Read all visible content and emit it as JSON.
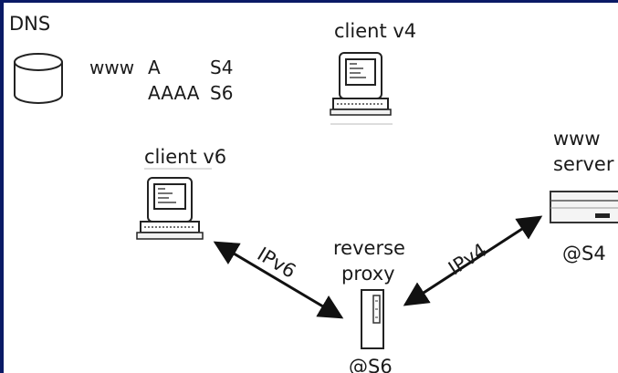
{
  "dns": {
    "title": "DNS",
    "records": [
      {
        "name": "www",
        "type": "A",
        "value": "S4"
      },
      {
        "name": "",
        "type": "AAAA",
        "value": "S6"
      }
    ]
  },
  "nodes": {
    "client_v4": {
      "label": "client v4"
    },
    "client_v6": {
      "label": "client v6"
    },
    "www_server": {
      "label_line1": "www",
      "label_line2": "server",
      "address": "@S4"
    },
    "reverse_proxy": {
      "label_line1": "reverse",
      "label_line2": "proxy",
      "address": "@S6"
    }
  },
  "links": {
    "v6_link": {
      "label": "IPv6"
    },
    "v4_link": {
      "label": "IPv4"
    }
  },
  "colors": {
    "frame": "#0a1a66",
    "ink": "#1a1a1a"
  }
}
